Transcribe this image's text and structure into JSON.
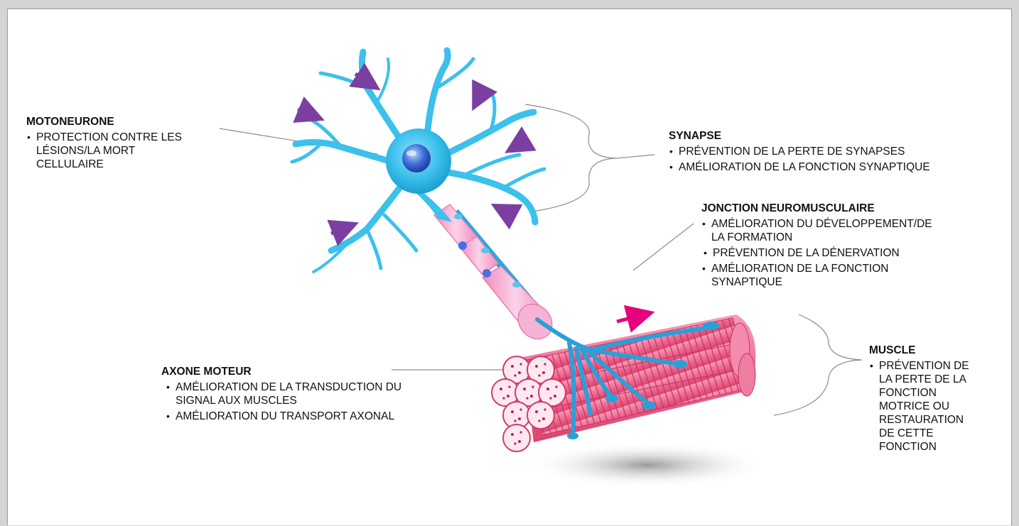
{
  "colors": {
    "neuron": "#3cc0ec",
    "neuron_dark": "#1aa5d6",
    "myelin": "#f7b3d6",
    "muscle": "#ea5a86",
    "arrow_input": "#7a3fa0",
    "arrow_signal": "#e6007e",
    "leader_line": "#8c8c8c"
  },
  "labels": {
    "motoneurone": {
      "title": "MOTONEURONE",
      "items": [
        "PROTECTION CONTRE LES LÉSIONS/LA MORT CELLULAIRE"
      ]
    },
    "synapse": {
      "title": "SYNAPSE",
      "items": [
        "PRÉVENTION DE LA PERTE DE SYNAPSES",
        "AMÉLIORATION DE LA FONCTION SYNAPTIQUE"
      ]
    },
    "jonction": {
      "title": "JONCTION NEUROMUSCULAIRE",
      "items": [
        "AMÉLIORATION DU DÉVELOPPEMENT/DE LA FORMATION",
        "PRÉVENTION DE LA DÉNERVATION",
        "AMÉLIORATION DE LA FONCTION SYNAPTIQUE"
      ]
    },
    "axone": {
      "title": "AXONE MOTEUR",
      "items": [
        "AMÉLIORATION DE LA TRANSDUCTION DU SIGNAL AUX MUSCLES",
        "AMÉLIORATION DU TRANSPORT AXONAL"
      ]
    },
    "muscle": {
      "title": "MUSCLE",
      "items": [
        "PRÉVENTION DE LA PERTE DE LA FONCTION MOTRICE OU RESTAURATION DE CETTE FONCTION"
      ]
    }
  }
}
